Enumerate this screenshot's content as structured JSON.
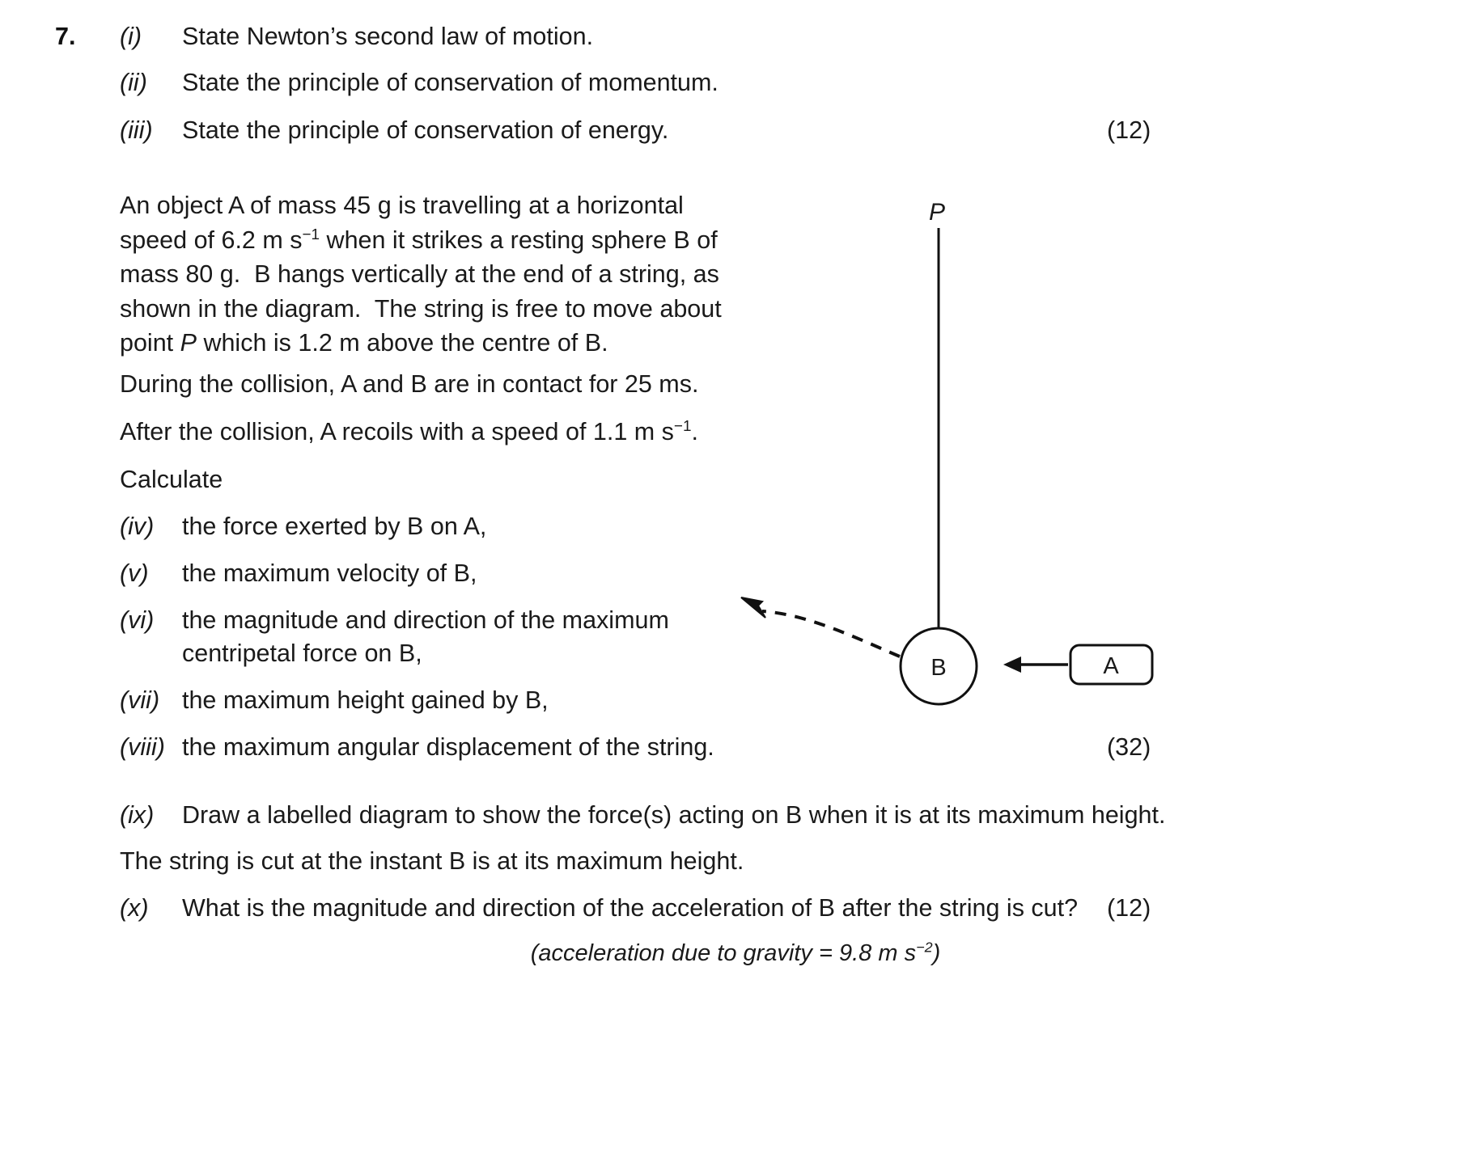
{
  "question": {
    "number": "7.",
    "parts_top": [
      {
        "numeral": "(i)",
        "text": "State Newton’s second law of motion."
      },
      {
        "numeral": "(ii)",
        "text": "State the principle of conservation of momentum."
      },
      {
        "numeral": "(iii)",
        "text": "State the principle of conservation of energy."
      }
    ],
    "marks_top": "(12)",
    "stem_lines": [
      "An object A of mass 45 g is travelling at a horizontal",
      "speed of 6.2 m s−1 when it strikes a resting sphere B of",
      "mass 80 g.  B hangs vertically at the end of a string, as",
      "shown in the diagram.  The string is free to move about",
      "point P which is 1.2 m above the centre of B."
    ],
    "contact_line": "During the collision, A and B are in contact for 25 ms.",
    "recoil_line": "After the collision, A recoils with a speed of 1.1 m s−1.",
    "calculate_label": "Calculate",
    "parts_calc": [
      {
        "numeral": "(iv)",
        "text": "the force exerted by B on A,",
        "text2": ""
      },
      {
        "numeral": "(v)",
        "text": "the maximum velocity of B,",
        "text2": ""
      },
      {
        "numeral": "(vi)",
        "text": "the magnitude and direction of the maximum",
        "text2": "centripetal force on B,"
      },
      {
        "numeral": "(vii)",
        "text": "the maximum height gained by B,",
        "text2": ""
      },
      {
        "numeral": "(viii)",
        "text": "the maximum angular displacement of the string.",
        "text2": ""
      }
    ],
    "marks_calc": "(32)",
    "part_ix": {
      "numeral": "(ix)",
      "text": "Draw a labelled diagram to show the force(s) acting on B when it is at its maximum height."
    },
    "string_cut_line": "The string is cut at the instant B is at its maximum height.",
    "part_x": {
      "numeral": "(x)",
      "text": "What is the magnitude and direction of the acceleration of B after the string is cut?"
    },
    "marks_bottom": "(12)",
    "gravity_note": "(acceleration due to gravity = 9.8 m s−2)"
  },
  "diagram": {
    "pivot_label": "P",
    "sphere_label": "B",
    "object_label": "A",
    "stroke_color": "#111111"
  },
  "numbers": {
    "mass_a": "45 g",
    "speed_a": "6.2 m s−1",
    "mass_b": "80 g",
    "string_length": "1.2 m",
    "contact_time": "25 ms",
    "recoil_speed": "1.1 m s−1",
    "gravity": "9.8 m s−2"
  }
}
